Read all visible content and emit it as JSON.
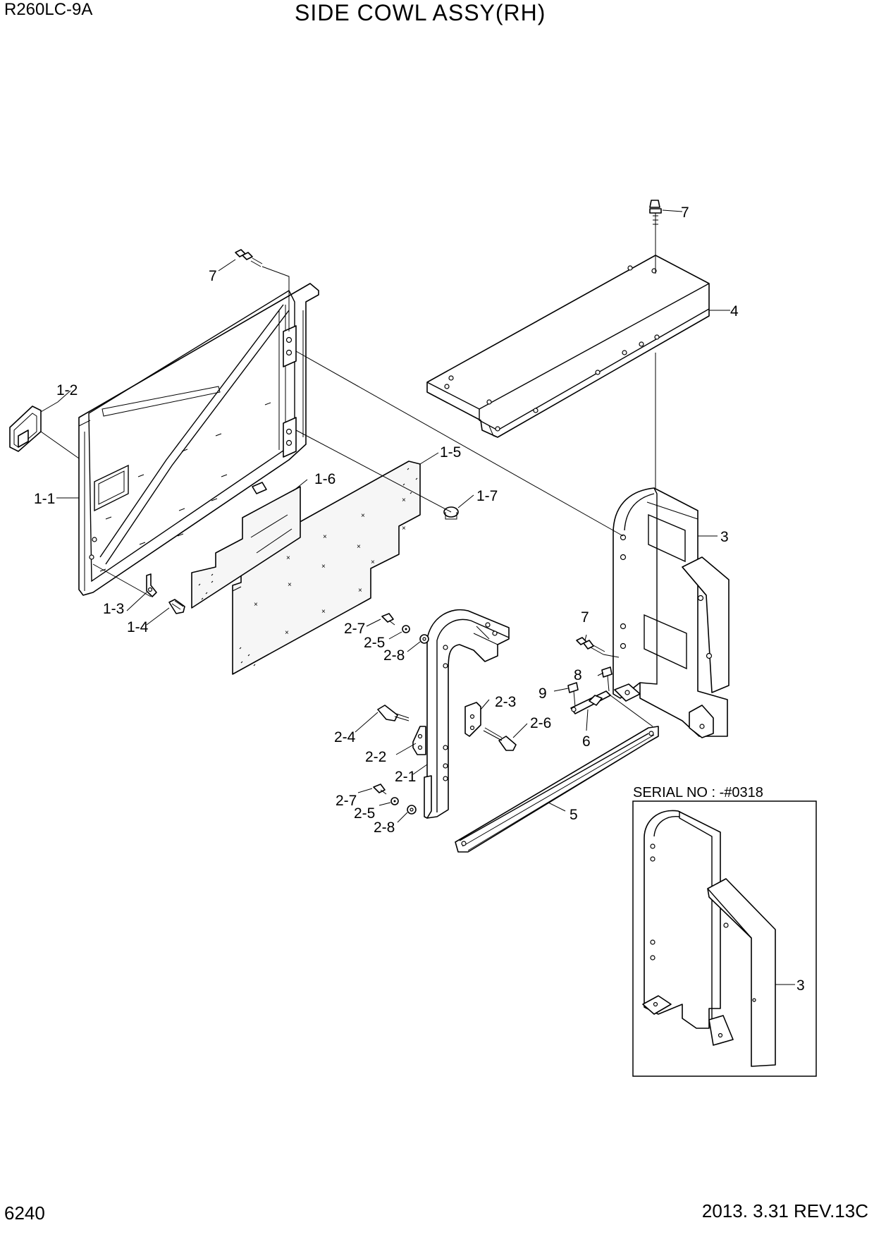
{
  "header": {
    "model": "R260LC-9A",
    "title": "SIDE COWL ASSY(RH)"
  },
  "footer": {
    "page_number": "6240",
    "revision": "2013. 3.31  REV.13C"
  },
  "callouts": {
    "c_1_1": "1-1",
    "c_1_2": "1-2",
    "c_1_3": "1-3",
    "c_1_4": "1-4",
    "c_1_5": "1-5",
    "c_1_6": "1-6",
    "c_1_7": "1-7",
    "c_2_1": "2-1",
    "c_2_2": "2-2",
    "c_2_3": "2-3",
    "c_2_4": "2-4",
    "c_2_5_a": "2-5",
    "c_2_5_b": "2-5",
    "c_2_6": "2-6",
    "c_2_7_a": "2-7",
    "c_2_7_b": "2-7",
    "c_2_8_a": "2-8",
    "c_2_8_b": "2-8",
    "c_3": "3",
    "c_3_inset": "3",
    "c_4": "4",
    "c_5": "5",
    "c_6": "6",
    "c_7_top": "7",
    "c_7_left": "7",
    "c_7_mid": "7",
    "c_8": "8",
    "c_9": "9"
  },
  "inset": {
    "serial_label": "SERIAL NO : -#0318"
  }
}
